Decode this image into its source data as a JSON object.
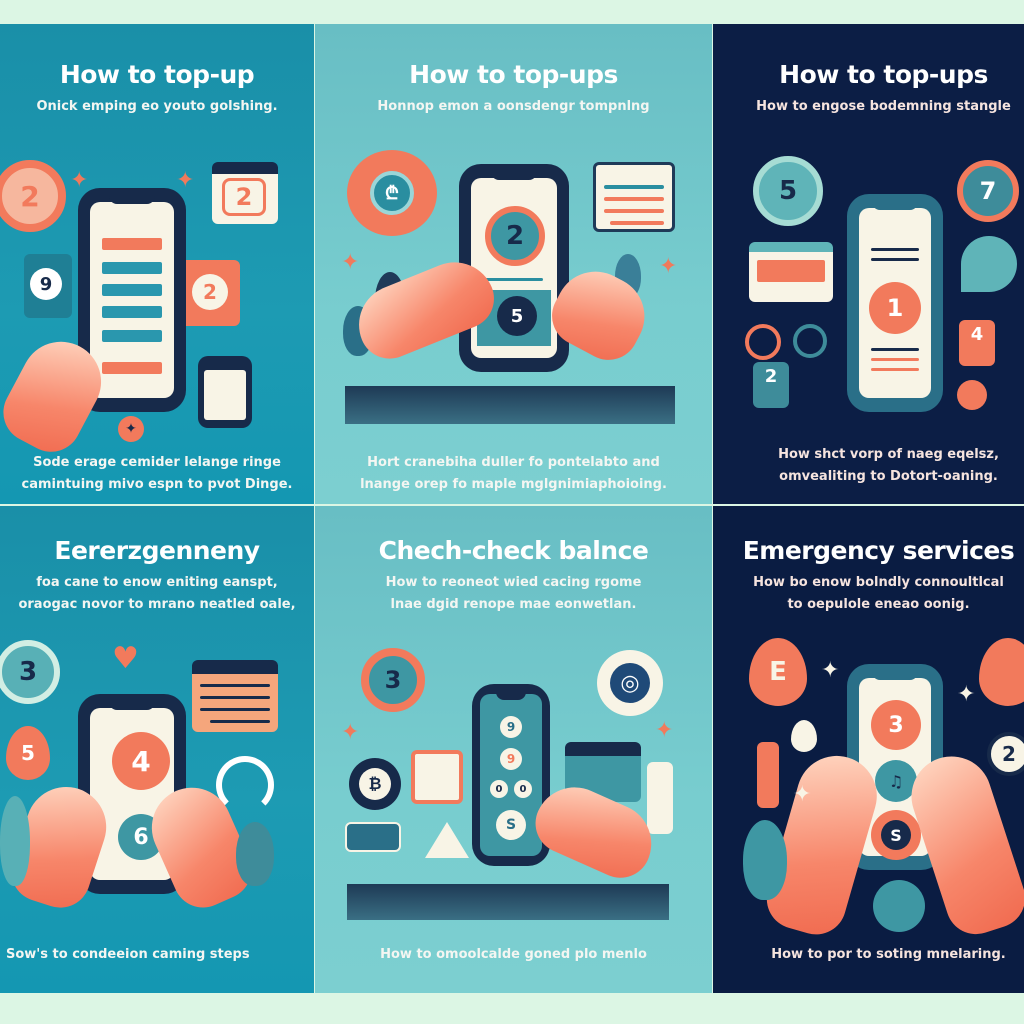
{
  "colors": {
    "background": "#dcf6e4",
    "panel_teal": "#1d9bb3",
    "panel_light": "#78cdcf",
    "panel_navy": "#0c1e45",
    "accent_coral": "#f27a5c",
    "cream": "#f8f4e6",
    "ink": "#172a4a"
  },
  "panels": [
    {
      "title": "How to top-up",
      "subtitle": "Onick emping eo youto golshing.",
      "footer_line1": "Sode erage cemider lelange ringe",
      "footer_line2": "camintuing mivo espn to pvot Dinge.",
      "badges": [
        "2",
        "2",
        "9",
        "2"
      ]
    },
    {
      "title": "How to top-ups",
      "subtitle": "Honnop emon a oonsdengr tompnlng",
      "footer_line1": "Hort cranebiha duller fo pontelabto and",
      "footer_line2": "lnange orep fo maple mglgnimiaphoioing.",
      "badges": [
        "2",
        "5"
      ]
    },
    {
      "title": "How to top-ups",
      "subtitle": "How to engose bodemning stangle",
      "footer_line1": "How shct vorp of naeg eqelsz,",
      "footer_line2": "omvealiting to Dotort-oaning.",
      "badges": [
        "5",
        "1",
        "7",
        "2",
        "4"
      ]
    },
    {
      "title": "Eererzgenneny",
      "subtitle": "foa cane to enow eniting eanspt,",
      "subtitle2": "oraogac novor to mrano neatled oale,",
      "footer": "Sow's to condeeion caming steps",
      "badges": [
        "3",
        "5",
        "4",
        "6"
      ]
    },
    {
      "title": "Chech-check balnce",
      "subtitle": "How to reoneot wied cacing rgome",
      "subtitle2": "lnae dgid renope mae eonwetlan.",
      "footer": "How to omoolcalde goned plo menlo",
      "badges": [
        "3",
        "9",
        "9",
        "0",
        "0",
        "S"
      ]
    },
    {
      "title": "Emergency services",
      "subtitle": "How bo enow bolndly connoultlcal",
      "subtitle2": "to oepulole eneao oonig.",
      "footer": "How to por to soting mnelaring.",
      "badges": [
        "3",
        "S",
        "2",
        "E"
      ]
    }
  ]
}
